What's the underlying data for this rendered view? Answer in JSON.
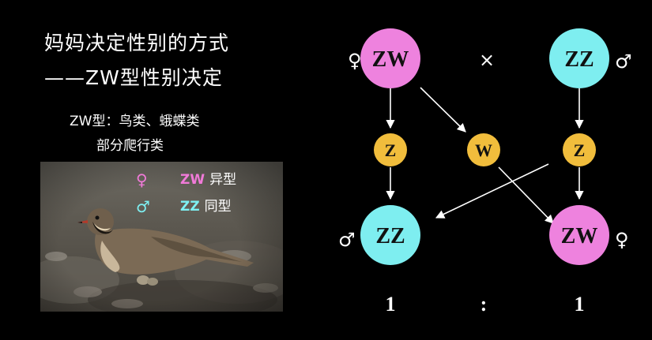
{
  "title": {
    "line1": "妈妈决定性别的方式",
    "line2": "——ZW型性别决定"
  },
  "subtitle": {
    "line1": "ZW型：鸟类、蛾蝶类",
    "line2": "部分爬行类"
  },
  "legend": {
    "female": {
      "symbol": "♀",
      "code": "ZW",
      "label": "异型",
      "color": "#f07ad8"
    },
    "male": {
      "symbol": "♂",
      "code": "ZZ",
      "label": "同型",
      "color": "#7ef0f2"
    }
  },
  "diagram": {
    "parent_female": {
      "symbol": "♀",
      "label": "ZW"
    },
    "cross": "×",
    "parent_male": {
      "label": "ZZ",
      "symbol": "♂"
    },
    "gametes": [
      "Z",
      "W",
      "Z"
    ],
    "offspring_male": {
      "symbol": "♂",
      "label": "ZZ"
    },
    "offspring_female": {
      "label": "ZW",
      "symbol": "♀"
    },
    "ratio": {
      "left": "1",
      "sep": ":",
      "right": "1"
    }
  },
  "colors": {
    "female_node": "#ee82de",
    "male_node": "#7eeef0",
    "gamete_node": "#f1bd3c",
    "background": "#000000"
  }
}
